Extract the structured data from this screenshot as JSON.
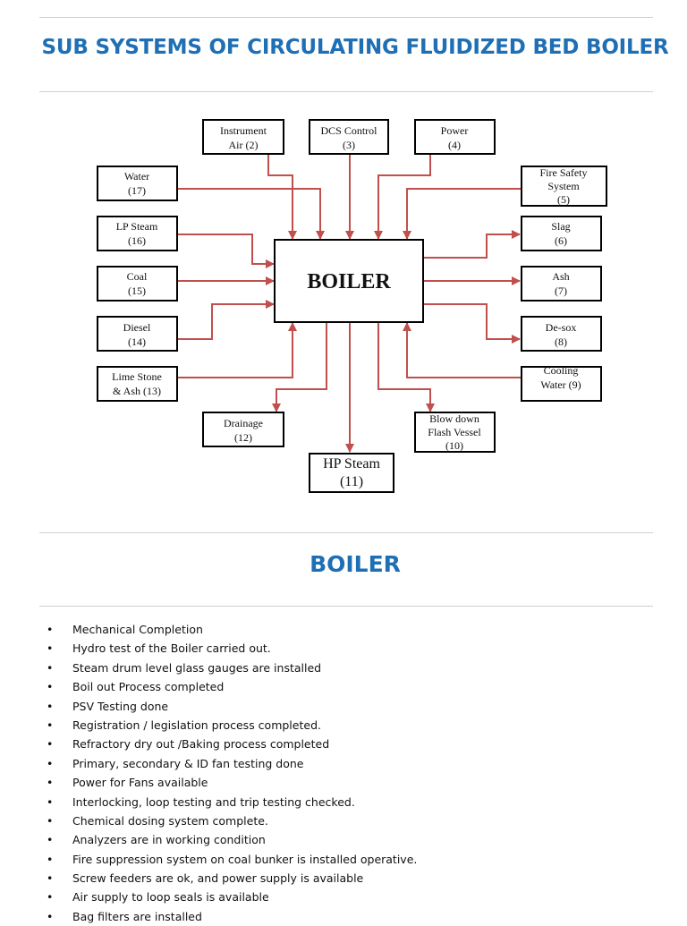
{
  "page": {
    "title": "SUB SYSTEMS OF CIRCULATING FLUIDIZED BED BOILER",
    "section_title": "BOILER"
  },
  "colors": {
    "heading": "#1f6fb4",
    "arrow": "#c0504d",
    "rule": "#d0d0d0"
  },
  "diagram": {
    "center": "BOILER",
    "boxes": {
      "instrument_air": [
        "Instrument",
        "Air (2)"
      ],
      "dcs_control": [
        "DCS Control",
        "(3)"
      ],
      "power": [
        "Power",
        "(4)"
      ],
      "fire_safety": [
        "Fire Safety",
        "System",
        "(5)"
      ],
      "slag": [
        "Slag",
        "(6)"
      ],
      "ash": [
        "Ash",
        "(7)"
      ],
      "de_sox": [
        "De-sox",
        "(8)"
      ],
      "cooling_water": [
        "Cooling",
        "Water (9)"
      ],
      "blow_down": [
        "Blow down",
        "Flash Vessel",
        "(10)"
      ],
      "hp_steam": [
        "HP Steam",
        "(11)"
      ],
      "drainage": [
        "Drainage",
        "(12)"
      ],
      "lime_stone": [
        "Lime Stone",
        "& Ash (13)"
      ],
      "diesel": [
        "Diesel",
        "(14)"
      ],
      "coal": [
        "Coal",
        "(15)"
      ],
      "lp_steam": [
        "LP Steam",
        "(16)"
      ],
      "water": [
        "Water",
        "(17)"
      ]
    }
  },
  "checklist": {
    "bullet": "•",
    "items": [
      "Mechanical Completion",
      "Hydro test of the Boiler carried out.",
      "Steam drum level glass gauges are installed",
      "Boil out Process completed",
      "PSV Testing done",
      "Registration / legislation process completed.",
      "Refractory dry out /Baking process completed",
      "Primary, secondary & ID fan testing done",
      "Power  for Fans available",
      "Interlocking, loop testing and trip testing checked.",
      "Chemical dosing system complete.",
      "Analyzers are in working condition",
      "Fire suppression system on coal bunker is installed operative.",
      "Screw feeders are ok, and power supply is available",
      "Air supply to loop seals is available",
      "Bag filters are installed"
    ]
  }
}
